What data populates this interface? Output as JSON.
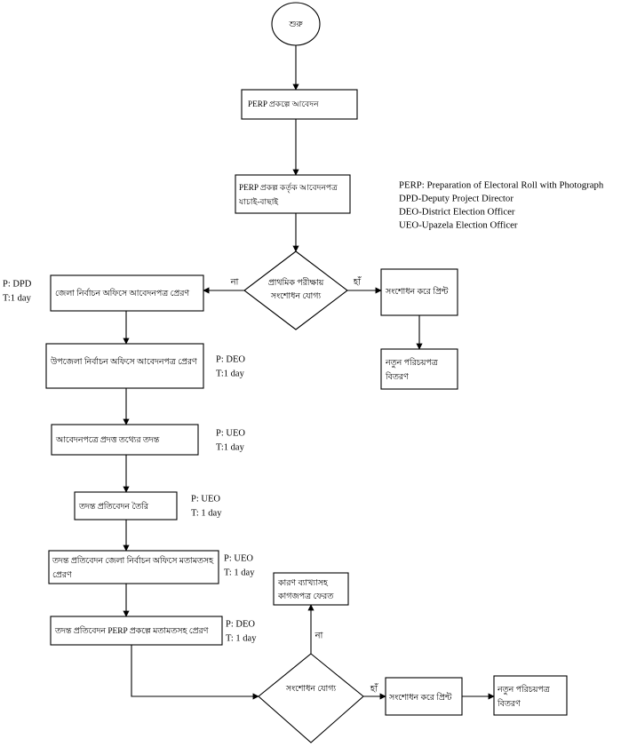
{
  "diagram": {
    "title": "PERP application and correction process flowchart",
    "language": "Bengali",
    "background_color": "#ffffff",
    "line_color": "#000000"
  },
  "legend": {
    "lines": [
      "PERP: Preparation of Electoral Roll with Photograph",
      "DPD-Deputy Project Director",
      "DEO-District Election Officer",
      "UEO-Upazela Election Officer"
    ]
  },
  "nodes": {
    "start": {
      "label": "শুরু",
      "shape": "oval"
    },
    "apply": {
      "label": "PERP প্রকল্পে আবেদন",
      "shape": "rect"
    },
    "verify": {
      "line1": "PERP প্রকল্প কর্তৃক আবেদনপত্র",
      "line2": "যাচাই-বাছাই",
      "shape": "rect"
    },
    "decision1": {
      "line1": "প্রাথমিক পরীক্ষায়",
      "line2": "সংশোধন যোগ্য",
      "shape": "diamond"
    },
    "send_district": {
      "label": "জেলা নির্বাচন অফিসে আবেদনপত্র প্রেরণ",
      "shape": "rect"
    },
    "correct_print1": {
      "label": "সংশোধন করে প্রিন্ট",
      "shape": "rect"
    },
    "distribute1": {
      "line1": "নতুন পরিচয়পত্র",
      "line2": "বিতরণ",
      "shape": "rect"
    },
    "send_upazila": {
      "label": "উপজেলা নির্বাচন অফিসে আবেদনপত্র প্রেরণ",
      "shape": "rect"
    },
    "investigate": {
      "label": "আবেদনপত্রে প্রদত্ত তথ্যের তদন্ত",
      "shape": "rect"
    },
    "make_report": {
      "label": "তদন্ত প্রতিবেদন তৈরি",
      "shape": "rect"
    },
    "send_report_district": {
      "line1": "তদন্ত প্রতিবেদন জেলা নির্বাচন অফিসে মতামতসহ",
      "line2": "প্রেরণ",
      "shape": "rect"
    },
    "send_report_perp": {
      "label": "তদন্ত প্রতিবেদন PERP প্রকল্পে মতামতসহ প্রেরণ",
      "shape": "rect"
    },
    "return_docs": {
      "line1": "কারণ ব্যাখ্যাসহ",
      "line2": "কাগজপত্র ফেরত",
      "shape": "rect"
    },
    "decision2": {
      "label": "সংশোধন যোগ্য",
      "shape": "diamond"
    },
    "correct_print2": {
      "label": "সংশোধন করে প্রিন্ট",
      "shape": "rect"
    },
    "distribute2": {
      "line1": "নতুন পরিচয়পত্র",
      "line2": "বিতরণ",
      "shape": "rect"
    }
  },
  "annotations": {
    "dpd": {
      "line1": "P: DPD",
      "line2": "T:1 day"
    },
    "deo1": {
      "line1": "P: DEO",
      "line2": "T:1 day"
    },
    "ueo1": {
      "line1": "P: UEO",
      "line2": "T:1 day"
    },
    "ueo2": {
      "line1": "P: UEO",
      "line2": "T: 1 day"
    },
    "ueo3": {
      "line1": "P: UEO",
      "line2": "T: 1 day"
    },
    "deo2": {
      "line1": "P: DEO",
      "line2": "T: 1 day"
    }
  },
  "edge_labels": {
    "no1": "না",
    "yes1": "হাঁ",
    "no2": "না",
    "yes2": "হাঁ"
  }
}
